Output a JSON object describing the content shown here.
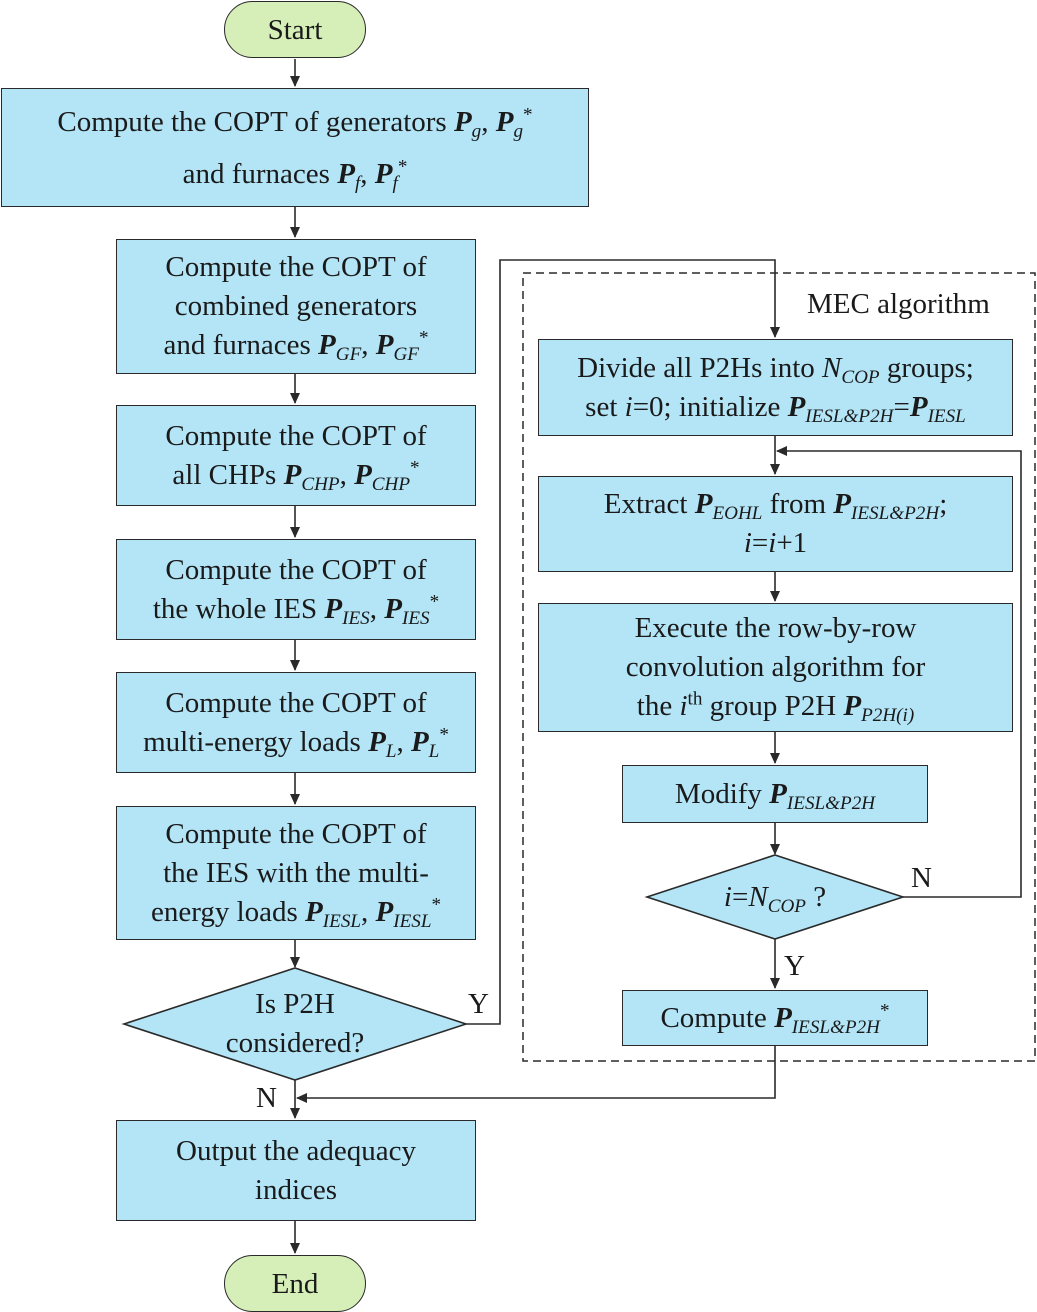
{
  "colors": {
    "process_fill": "#b3e5f7",
    "terminal_fill": "#d6efb8",
    "stroke": "#2a2a2a"
  },
  "nodes": {
    "start": "Start",
    "copt_gen_furn": {
      "line1": "Compute the COPT of generators",
      "line2": "and furnaces",
      "v_g": "P",
      "s_g": "g",
      "v_gs": "P",
      "s_gs": "g",
      "v_f": "P",
      "s_f": "f",
      "v_fs": "P",
      "s_fs": "f"
    },
    "copt_gf": {
      "line1": "Compute the COPT of",
      "line2": "combined generators",
      "line3": "and furnaces",
      "v1": "P",
      "s1": "GF",
      "v2": "P",
      "s2": "GF"
    },
    "copt_chp": {
      "line1": "Compute the COPT of",
      "line2": "all CHPs",
      "v1": "P",
      "s1": "CHP",
      "v2": "P",
      "s2": "CHP"
    },
    "copt_ies": {
      "line1": "Compute the COPT of",
      "line2": "the whole IES",
      "v1": "P",
      "s1": "IES",
      "v2": "P",
      "s2": "IES"
    },
    "copt_loads": {
      "line1": "Compute the COPT of",
      "line2": "multi-energy loads",
      "v1": "P",
      "s1": "L",
      "v2": "P",
      "s2": "L"
    },
    "copt_iesl": {
      "line1": "Compute the COPT of",
      "line2": "the IES with the multi-",
      "line3": "energy loads",
      "v1": "P",
      "s1": "IESL",
      "v2": "P",
      "s2": "IESL"
    },
    "p2h_decision": {
      "line1": "Is P2H",
      "line2": "considered?"
    },
    "output": {
      "line1": "Output the adequacy",
      "line2": "indices"
    },
    "end": "End"
  },
  "mec": {
    "label": "MEC algorithm",
    "divide": {
      "t1": "Divide all P2Hs into",
      "v_n": "N",
      "s_n": "COP",
      "t2": "groups;",
      "t3": "set",
      "v_i": "i",
      "t4": "=0; initialize",
      "v_a": "P",
      "s_a": "IESL&P2H",
      "eq": "=",
      "v_b": "P",
      "s_b": "IESL"
    },
    "extract": {
      "t1": "Extract",
      "v_a": "P",
      "s_a": "EOHL",
      "t2": "from",
      "v_b": "P",
      "s_b": "IESL&P2H",
      "semi": ";",
      "v_i1": "i",
      "eq": "=",
      "v_i2": "i",
      "plus": "+1"
    },
    "execute": {
      "line1": "Execute the row-by-row",
      "line2": "convolution algorithm for",
      "t_the": "the",
      "v_i": "i",
      "sup_th": "th",
      "t_grp": "group P2H",
      "v_p": "P",
      "s_p": "P2H(i)"
    },
    "modify": {
      "t1": "Modify",
      "v_p": "P",
      "s_p": "IESL&P2H"
    },
    "decision": {
      "v_i": "i",
      "eq": "=",
      "v_n": "N",
      "s_n": "COP",
      "q": "?"
    },
    "compute": {
      "t1": "Compute",
      "v_p": "P",
      "s_p": "IESL&P2H"
    }
  },
  "labels": {
    "y_p2h": "Y",
    "n_p2h": "N",
    "n_loop": "N",
    "y_loop": "Y"
  }
}
